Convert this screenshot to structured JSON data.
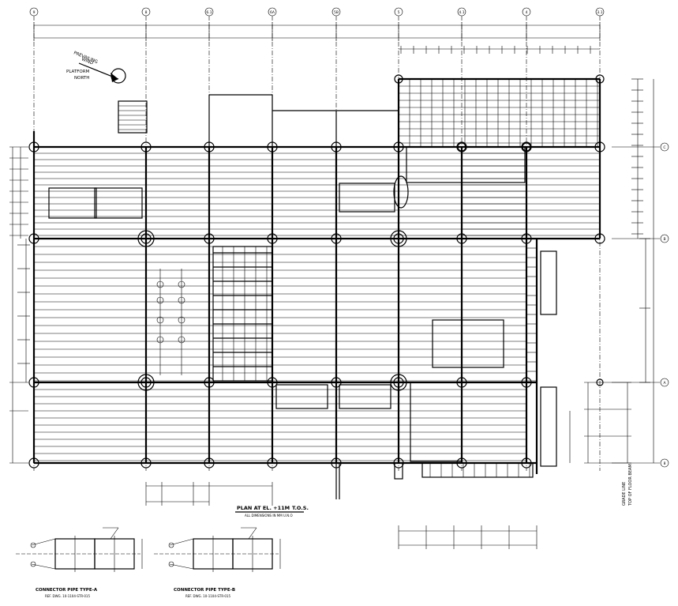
{
  "plan": {
    "title": "PLAN AT EL. +11M",
    "title_suffix": "T.O.S.",
    "subtitle": "ALL DIMENSIONS IN MM U.N.O"
  },
  "north_arrow": {
    "line1": "PREVAILING",
    "line2": "WIND",
    "line3": "PLATFORM",
    "line4": "NORTH"
  },
  "grid": {
    "columns": [
      "9",
      "8",
      "6.1",
      "6A",
      "5B",
      "5",
      "4.1",
      "4",
      "3.1"
    ],
    "rows": [
      "C",
      "B",
      "A",
      "8"
    ]
  },
  "details": [
    {
      "title": "CONNECTOR PIPE TYPE-A",
      "ref": "REF. DWG. 10-1104-STR-015"
    },
    {
      "title": "CONNECTOR PIPE TYPE-B",
      "ref": "REF. DWG. 10-1104-STR-015"
    }
  ],
  "side_note": {
    "line1": "GRADE LINE",
    "line2": "TOP OF FLOOR BEAM"
  }
}
